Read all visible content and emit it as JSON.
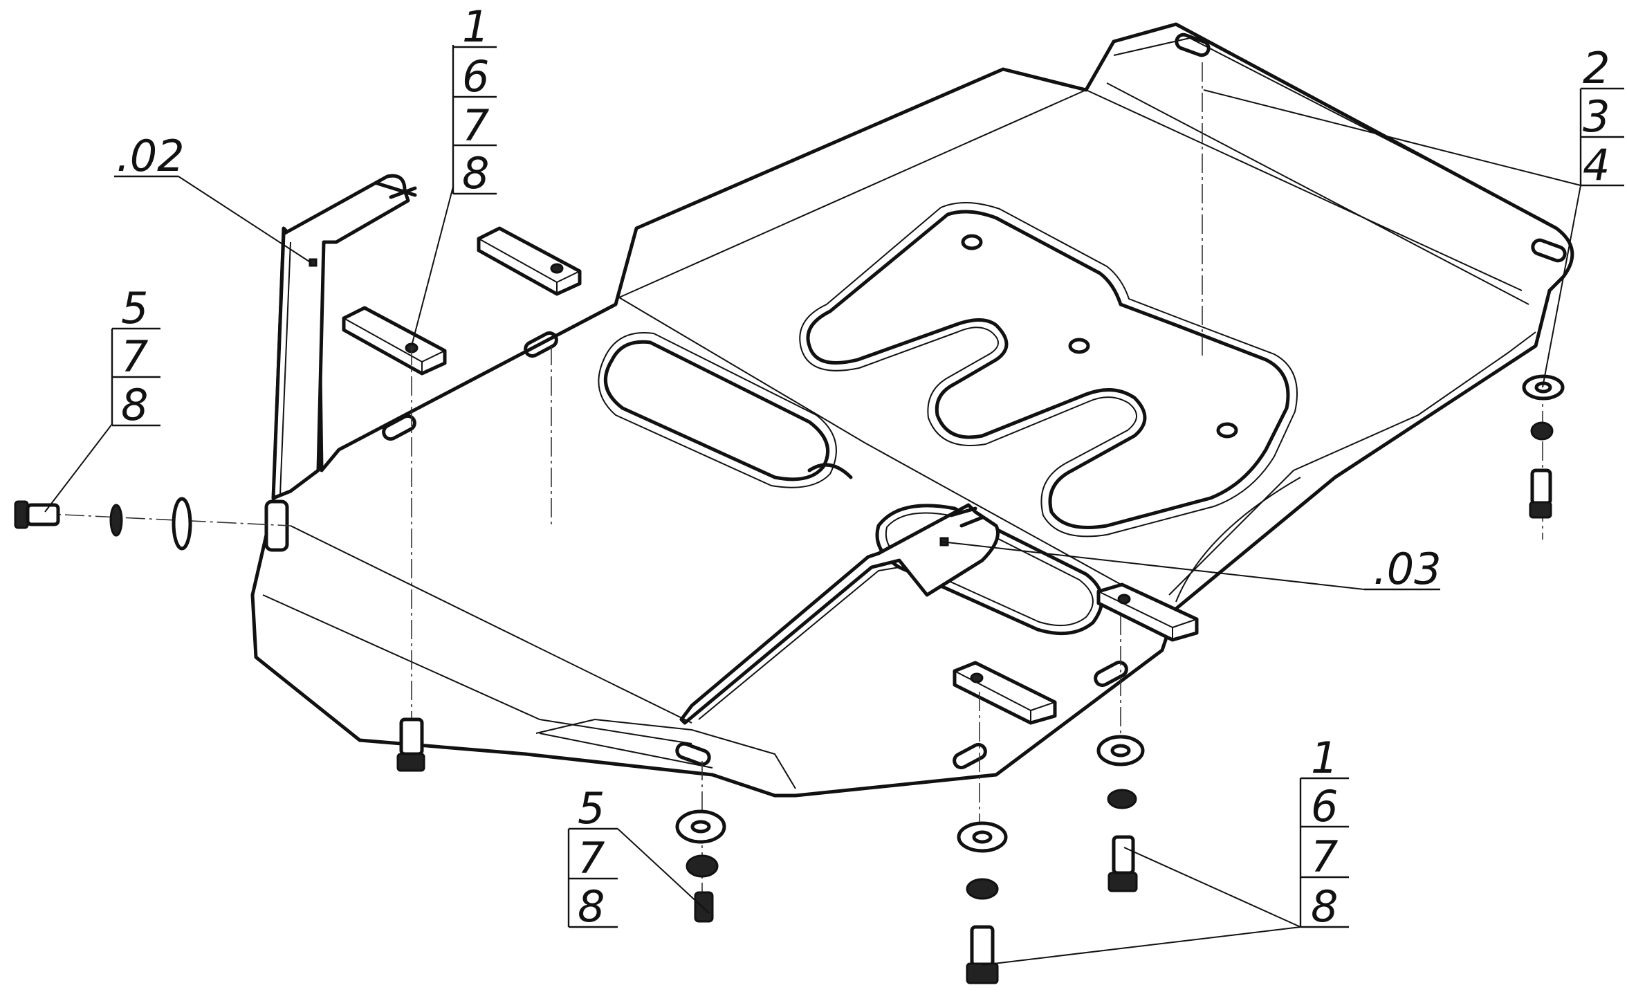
{
  "callouts": {
    "top_center": [
      "1",
      "6",
      "7",
      "8"
    ],
    "top_right": [
      "2",
      "3",
      "4"
    ],
    "left": [
      "5",
      "7",
      "8"
    ],
    "bottom_center": [
      "5",
      "7",
      "8"
    ],
    "bottom_right": [
      "1",
      "6",
      "7",
      "8"
    ]
  },
  "part_labels": {
    "bracket_left": ".02",
    "bracket_center": ".03"
  },
  "icons": {
    "skid_plate": "skid-plate-icon",
    "bolt": "bolt-icon",
    "washer": "washer-icon",
    "spring_washer": "spring-washer-icon",
    "nut_plate": "nut-plate-icon",
    "bracket": "bracket-icon"
  },
  "colors": {
    "line": "#111111",
    "background": "#ffffff"
  }
}
